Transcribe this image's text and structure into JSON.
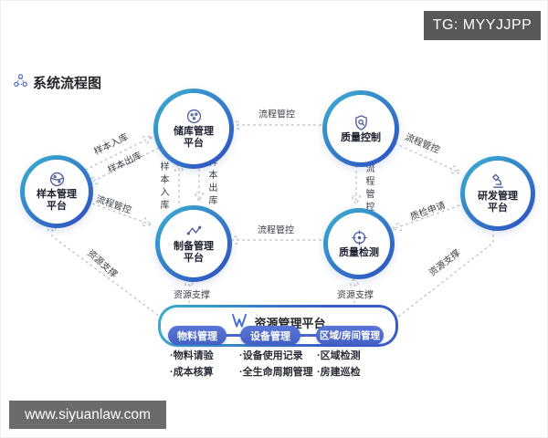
{
  "page": {
    "tg_badge": "TG: MYYJJPP",
    "watermark": "www.siyuanlaw.com",
    "title": "系统流程图"
  },
  "colors": {
    "ring_gradient_start": "#3aa9cf",
    "ring_gradient_end": "#2f54c2",
    "arrow_head": "#8ea3da",
    "dash_line": "#b9bfcc",
    "pill_blue": "#4a67cc",
    "badge_bg": "#58585a",
    "watermark_bg": "#6b6b6d"
  },
  "nodes": {
    "storage": {
      "line1": "储库管理",
      "line2": "平台"
    },
    "quality_control": {
      "line1": "质量控制",
      "line2": ""
    },
    "sample": {
      "line1": "样本管理",
      "line2": "平台"
    },
    "rd": {
      "line1": "研发管理",
      "line2": "平台"
    },
    "prep": {
      "line1": "制备管理",
      "line2": "平台"
    },
    "quality_test": {
      "line1": "质量检测",
      "line2": ""
    }
  },
  "edges": {
    "qc_storage": "流程管控",
    "qc_rd": "流程管控",
    "qc_qt": "流程管控",
    "sample_storage": "样本入库",
    "storage_sample": "样本出库",
    "sample_prep": "流程管控",
    "prep_storage": "样本入库",
    "storage_prep": "样本出库",
    "qt_prep": "流程管控",
    "rd_qt": "质检申请",
    "res_sample": "资源支撑",
    "res_prep": "资源支撑",
    "res_qt": "资源支撑",
    "res_rd": "资源支撑"
  },
  "resource": {
    "title": "资源管理平台",
    "groups": [
      {
        "pill": "物料管理",
        "items": [
          "·物料请验",
          "·成本核算"
        ]
      },
      {
        "pill": "设备管理",
        "items": [
          "·设备使用记录",
          "·全生命周期管理"
        ]
      },
      {
        "pill": "区域/房间管理",
        "items": [
          "·区域检测",
          "·房建巡检"
        ]
      }
    ]
  }
}
